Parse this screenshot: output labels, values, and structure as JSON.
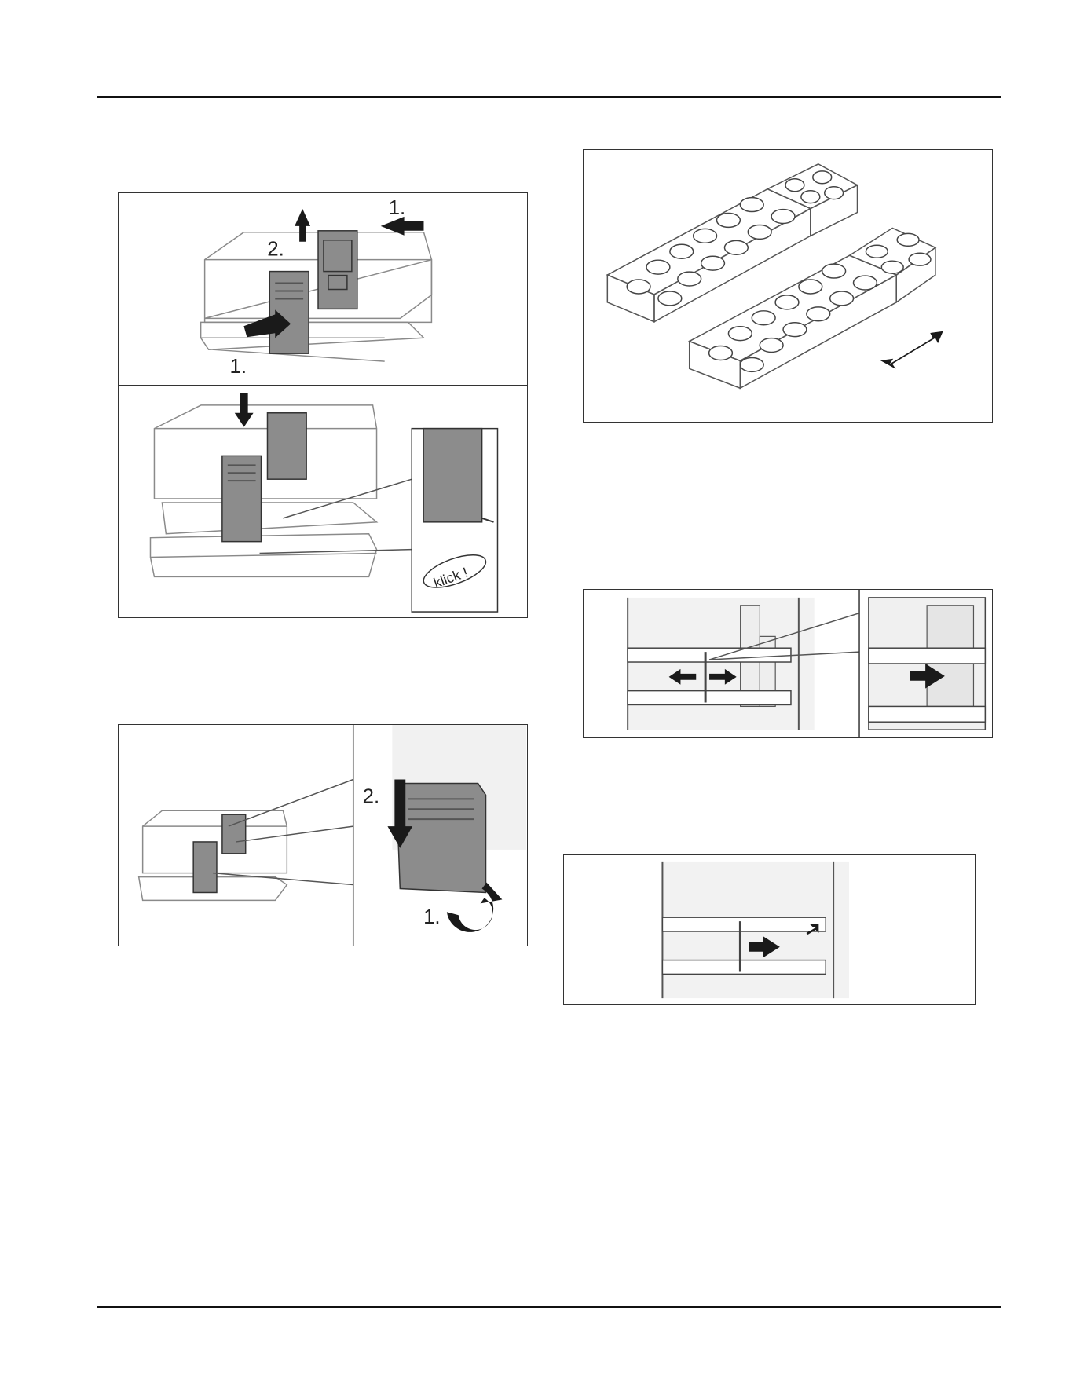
{
  "figures": {
    "fig1": {
      "step_1_top": "1.",
      "step_2": "2.",
      "step_1_bottom": "1."
    },
    "fig2": {
      "callout": "klick !"
    },
    "fig3": {
      "step_2": "2.",
      "step_1": "1."
    }
  },
  "colors": {
    "rule": "#111111",
    "panel": "#8c8c8c",
    "arrow": "#1a1a1a",
    "frame": "#333333"
  }
}
